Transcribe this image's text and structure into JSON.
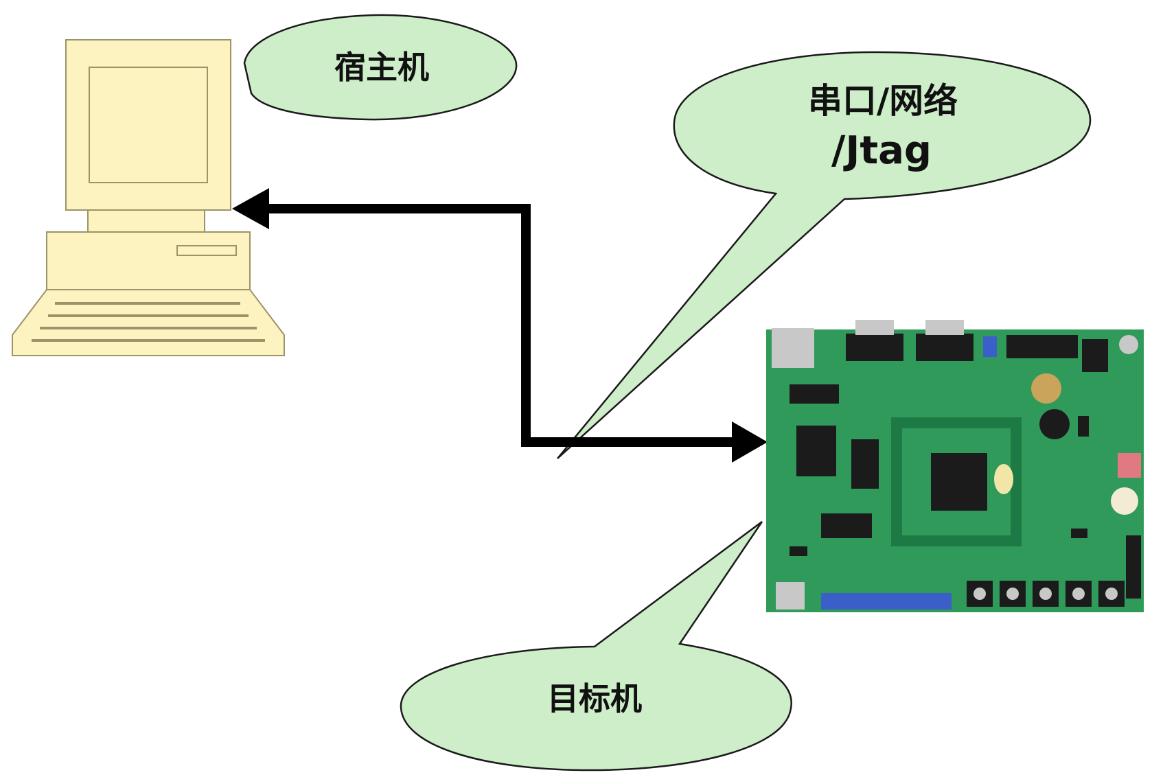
{
  "diagram": {
    "callouts": {
      "host": {
        "label": "宿主机"
      },
      "link": {
        "line1": "串口/网络",
        "line2": "/Jtag"
      },
      "target": {
        "label": "目标机"
      }
    },
    "colors": {
      "callout_fill": "#cdeec8",
      "callout_stroke": "#1a1a1a",
      "computer_fill": "#fdf3c0",
      "computer_stroke": "#9a9468",
      "arrow": "#000000",
      "pcb_green": "#2f9a5a",
      "pcb_dark_green": "#1d7a44",
      "chip_black": "#1b1b1b",
      "connector_blue": "#3a5fc8",
      "switch_red": "#e07a80"
    },
    "icons": {
      "host": "desktop-computer-icon",
      "target": "circuit-board-icon"
    }
  }
}
